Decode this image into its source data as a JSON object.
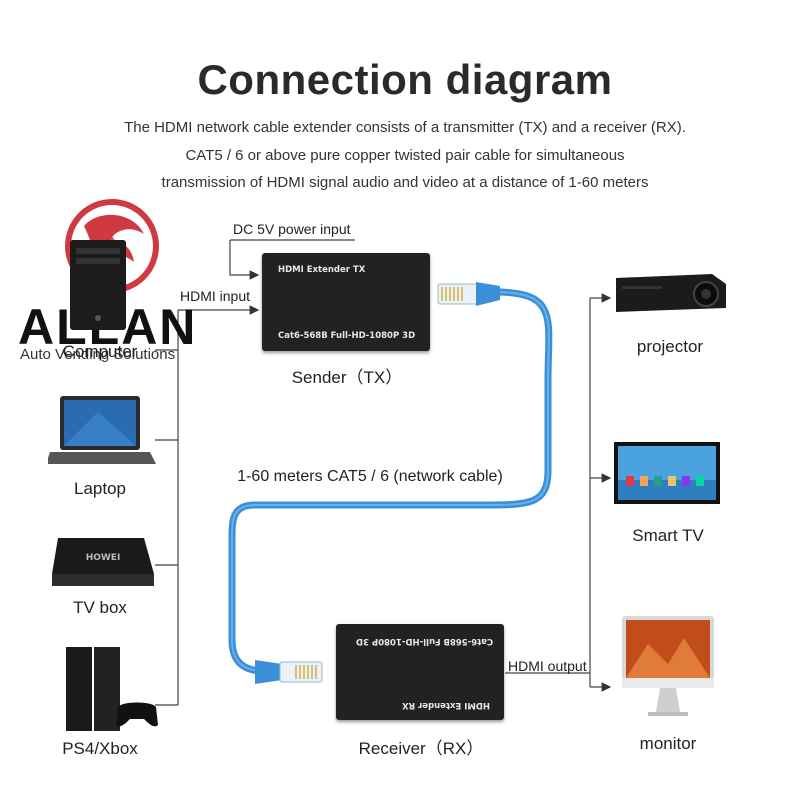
{
  "title": "Connection diagram",
  "description": [
    "The HDMI network cable extender consists of a transmitter (TX) and a receiver (RX).",
    "CAT5 / 6 or above pure copper twisted pair cable for simultaneous",
    "transmission of HDMI signal audio and video at a distance of 1-60 meters"
  ],
  "watermark": {
    "brand": "ALLAN",
    "tagline": "Auto Vending Solutions"
  },
  "sources": [
    {
      "label": "Computer",
      "icon": "computer-icon"
    },
    {
      "label": "Laptop",
      "icon": "laptop-icon"
    },
    {
      "label": "TV box",
      "icon": "tv-box-icon"
    },
    {
      "label": "PS4/Xbox",
      "icon": "game-console-icon"
    }
  ],
  "sender": {
    "caption": "Sender（TX）",
    "top_text": "HDMI Extender  TX",
    "bottom_text": "Cat6-568B Full-HD-1080P 3D",
    "power_label": "DC 5V power input",
    "input_label": "HDMI input"
  },
  "cable_label": "1-60 meters CAT5 / 6 (network cable)",
  "receiver": {
    "caption": "Receiver（RX）",
    "top_text": "Cat6-568B Full-HD-1080P 3D",
    "bottom_text": "HDMI Extender  RX",
    "output_label": "HDMI output"
  },
  "outputs": [
    {
      "label": "projector",
      "icon": "projector-icon"
    },
    {
      "label": "Smart TV",
      "icon": "smart-tv-icon"
    },
    {
      "label": "monitor",
      "icon": "monitor-icon"
    }
  ],
  "colors": {
    "cable": "#3a8fd8",
    "box": "#222222",
    "logo_red": "#c8161d"
  }
}
